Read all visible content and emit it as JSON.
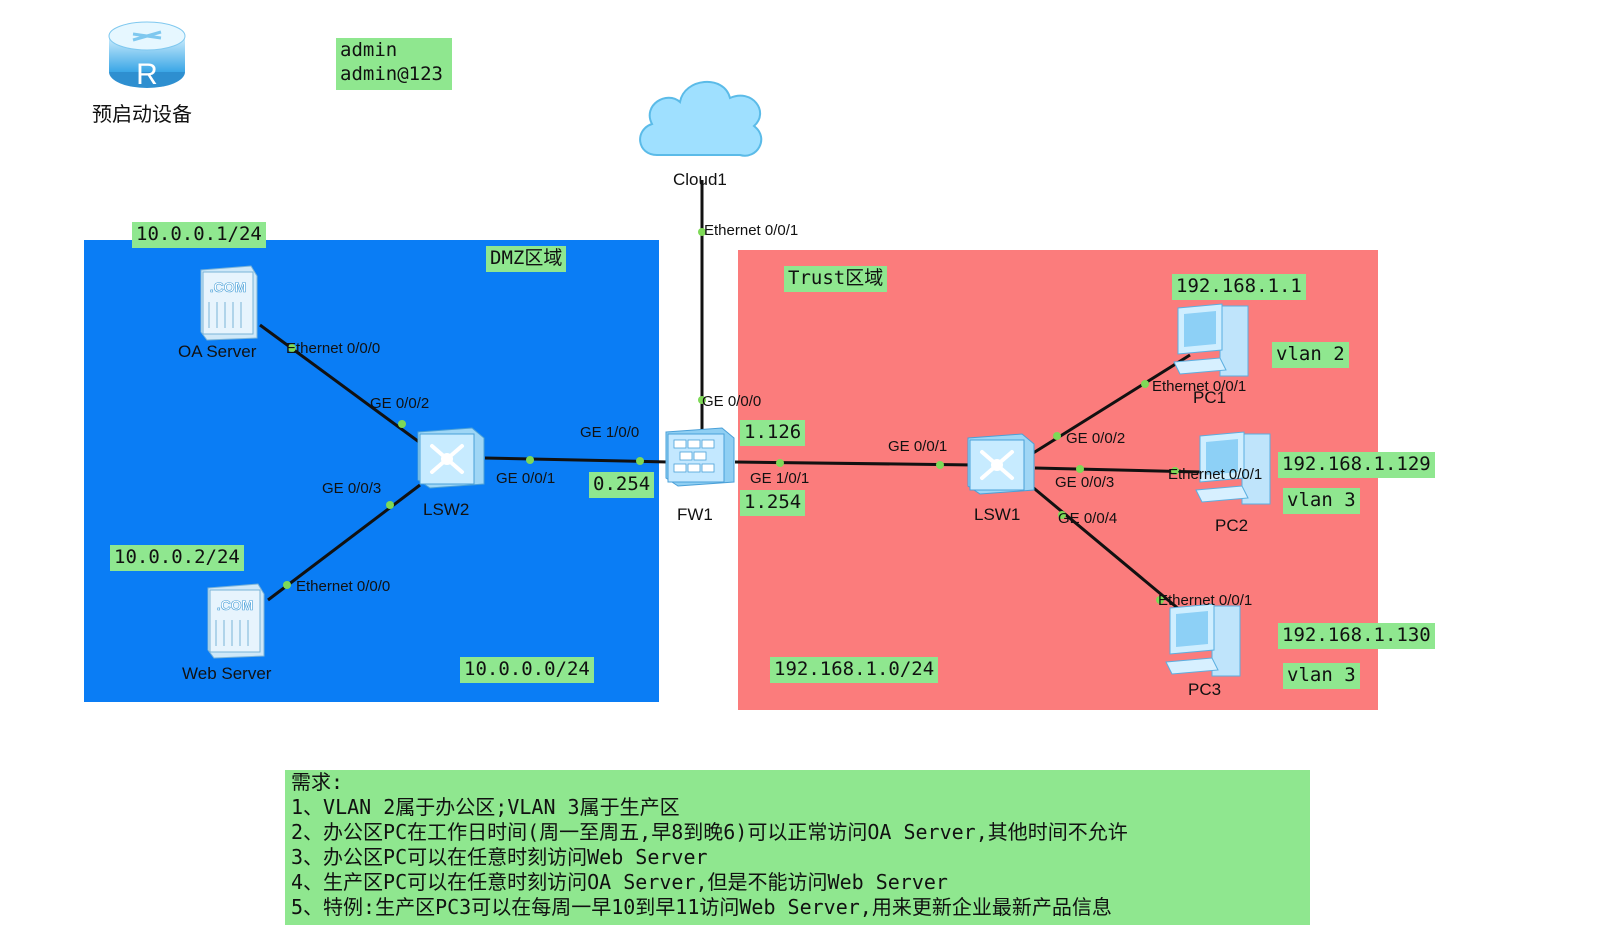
{
  "predevice": {
    "label": "预启动设备"
  },
  "credentials": {
    "user": "admin",
    "password": "admin@123"
  },
  "colors": {
    "dmz": "#0a7df5",
    "trust": "#fb7c7c",
    "note": "#8fe78f"
  },
  "zones": {
    "dmz": {
      "title": "DMZ区域",
      "network": "10.0.0.0/24"
    },
    "trust": {
      "title": "Trust区域",
      "network": "192.168.1.0/24"
    }
  },
  "devices": {
    "cloud": {
      "name": "Cloud1",
      "icon": "cloud-icon"
    },
    "fw": {
      "name": "FW1",
      "icon": "firewall-icon"
    },
    "lsw2": {
      "name": "LSW2",
      "icon": "switch-icon"
    },
    "lsw1": {
      "name": "LSW1",
      "icon": "switch-icon"
    },
    "oa": {
      "name": "OA Server",
      "ip": "10.0.0.1/24",
      "icon": "server-icon"
    },
    "web": {
      "name": "Web Server",
      "ip": "10.0.0.2/24",
      "icon": "server-icon"
    },
    "pc1": {
      "name": "PC1",
      "ip": "192.168.1.1",
      "vlan": "vlan 2",
      "icon": "pc-icon"
    },
    "pc2": {
      "name": "PC2",
      "ip": "192.168.1.129",
      "vlan": "vlan 3",
      "icon": "pc-icon"
    },
    "pc3": {
      "name": "PC3",
      "ip": "192.168.1.130",
      "vlan": "vlan 3",
      "icon": "pc-icon"
    }
  },
  "fw_addrs": {
    "dmz": "0.254",
    "up": "1.126",
    "down": "1.254"
  },
  "ports": {
    "cloud_eth": "Ethernet 0/0/1",
    "fw_ge000": "GE 0/0/0",
    "fw_ge100": "GE 1/0/0",
    "fw_ge101": "GE 1/0/1",
    "lsw2_ge001": "GE 0/0/1",
    "lsw2_ge002": "GE 0/0/2",
    "lsw2_ge003": "GE 0/0/3",
    "oa_eth": "Ethernet 0/0/0",
    "web_eth": "Ethernet 0/0/0",
    "lsw1_ge001": "GE 0/0/1",
    "lsw1_ge002": "GE 0/0/2",
    "lsw1_ge003": "GE 0/0/3",
    "lsw1_ge004": "GE 0/0/4",
    "pc1_eth": "Ethernet 0/0/1",
    "pc2_eth": "Ethernet 0/0/1",
    "pc3_eth": "Ethernet 0/0/1"
  },
  "requirements": {
    "title": "需求:",
    "items": [
      "1、VLAN 2属于办公区;VLAN 3属于生产区",
      "2、办公区PC在工作日时间(周一至周五,早8到晚6)可以正常访问OA Server,其他时间不允许",
      "3、办公区PC可以在任意时刻访问Web Server",
      "4、生产区PC可以在任意时刻访问OA Server,但是不能访问Web Server",
      "5、特例:生产区PC3可以在每周一早10到早11访问Web Server,用来更新企业最新产品信息"
    ]
  }
}
